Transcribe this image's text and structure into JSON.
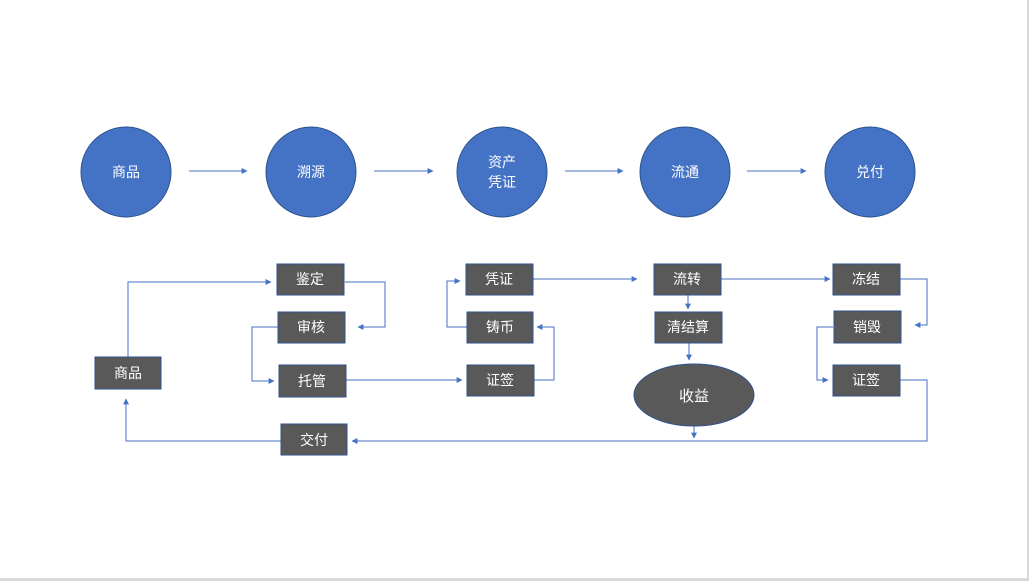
{
  "stages": {
    "goods": "商品",
    "trace": "溯源",
    "asset_line1": "资产",
    "asset_line2": "凭证",
    "circulate": "流通",
    "redeem": "兑付"
  },
  "process": {
    "goods": "商品",
    "appraise": "鉴定",
    "review": "审核",
    "custody": "托管",
    "deliver": "交付",
    "voucher": "凭证",
    "mint": "铸币",
    "visa": "证签",
    "transfer": "流转",
    "settle": "清结算",
    "income": "收益",
    "freeze": "冻结",
    "destroy": "销毁",
    "visa2": "证签"
  },
  "colors": {
    "circle_fill": "#4472c4",
    "circle_stroke": "#2f528f",
    "box_fill": "#595959",
    "box_stroke": "#2f528f",
    "arrow": "#4472c4",
    "label": "#ffffff"
  }
}
